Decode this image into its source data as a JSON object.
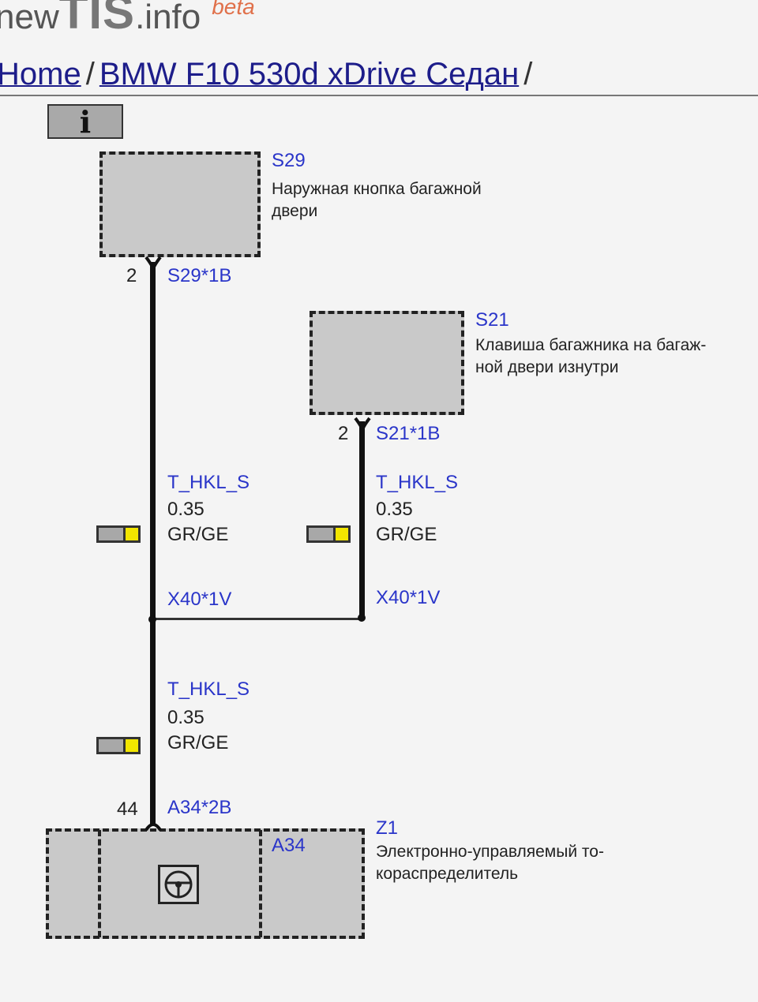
{
  "header": {
    "logo_pre": "new",
    "logo_mid": "TIS",
    "logo_post": ".info",
    "logo_badge": "beta"
  },
  "breadcrumb": {
    "home": "Home",
    "separator": "/",
    "vehicle": "BMW F10 530d xDrive Седан",
    "trailing": "/"
  },
  "info_button": {
    "label": "i"
  },
  "colors": {
    "component_fill": "#c9c9c9",
    "wire": "#111111",
    "link_blue": "#2a35c9",
    "gray_swatch": "#a8a8a8",
    "yellow_swatch": "#f2e600"
  },
  "components": {
    "s29": {
      "code": "S29",
      "desc_line1": "Наружная кнопка багажной",
      "desc_line2": "двери",
      "pin_number": "2",
      "pin_label": "S29*1B"
    },
    "s21": {
      "code": "S21",
      "desc_line1": "Клавиша багажника на багаж-",
      "desc_line2": "ной двери изнутри",
      "pin_number": "2",
      "pin_label": "S21*1B"
    },
    "z1": {
      "code": "Z1",
      "sub_code": "A34",
      "desc_line1": "Электронно-управляемый то-",
      "desc_line2": "кораспределитель",
      "pin_number": "44",
      "pin_label": "A34*2B",
      "icon": "steering-wheel-icon"
    }
  },
  "wires": {
    "left_upper": {
      "signal": "T_HKL_S",
      "gauge": "0.35",
      "color": "GR/GE",
      "connector": "X40*1V"
    },
    "right_upper": {
      "signal": "T_HKL_S",
      "gauge": "0.35",
      "color": "GR/GE",
      "connector": "X40*1V"
    },
    "lower": {
      "signal": "T_HKL_S",
      "gauge": "0.35",
      "color": "GR/GE"
    }
  }
}
